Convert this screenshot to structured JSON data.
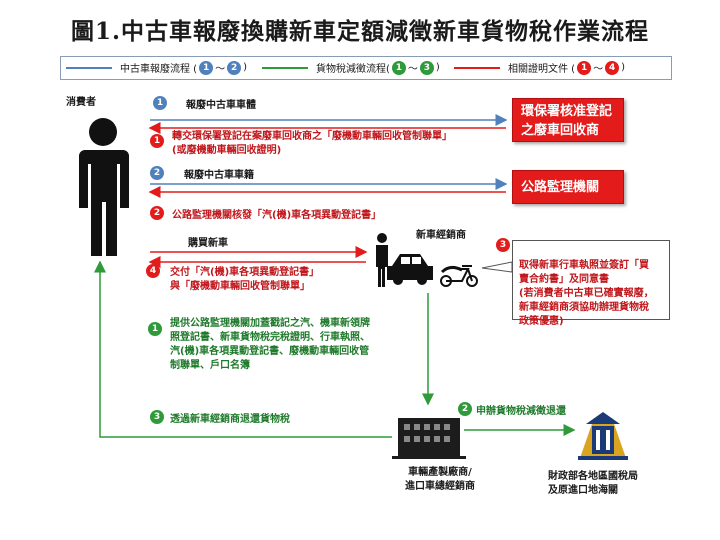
{
  "title": "圖1.中古車報廢換購新車定額減徵新車貨物稅作業流程",
  "legend": {
    "blue": {
      "label": "中古車報廢流程 (",
      "from": "1",
      "sep": "～",
      "to": "2",
      "close": ")",
      "color": "#4f81bd"
    },
    "green": {
      "label": "貨物稅減徵流程(",
      "from": "1",
      "sep": "～",
      "to": "3",
      "close": ")",
      "color": "#2e9a3a"
    },
    "red": {
      "label": "相關證明文件 (",
      "from": "1",
      "sep": "～",
      "to": "4",
      "close": ")",
      "color": "#e31b1b"
    }
  },
  "actors": {
    "consumer": "消費者",
    "dealer": "新車經銷商",
    "manufacturer": "車輛產製廠商/\n進口車總經銷商",
    "tax_office": "財政部各地區國稅局\n及原進口地海關"
  },
  "boxes": {
    "recycler": "環保署核准登記\n之廢車回收商",
    "dmv": "公路監理機關"
  },
  "steps": {
    "b1": {
      "num": "1",
      "text": "報廢中古車車體"
    },
    "r1": {
      "num": "1",
      "text": "轉交環保署登記在案廢車回收商之「廢機動車輛回收管制聯單」\n(或廢機動車輛回收證明)"
    },
    "b2": {
      "num": "2",
      "text": "報廢中古車車籍"
    },
    "r2": {
      "num": "2",
      "text": "公路監理機關核發「汽(機)車各項異動登記書」"
    },
    "buy": {
      "text": "購買新車"
    },
    "r3": {
      "num": "3",
      "text": "取得新車行車執照並簽訂「買\n賣合約書」及同意書\n(若消費者中古車已確實報廢，\n新車經銷商須協助辦理貨物稅\n政策優惠)"
    },
    "r4": {
      "num": "4",
      "text": "交付「汽(機)車各項異動登記書」\n與「廢機動車輛回收管制聯單」"
    },
    "g1": {
      "num": "1",
      "text": "提供公路監理機關加蓋戳記之汽、機車新領牌\n照登記書、新車貨物稅完稅證明、行車執照、\n汽(機)車各項異動登記書、廢機動車輛回收管\n制聯單、戶口名簿"
    },
    "g2": {
      "num": "2",
      "text": "申辦貨物稅減徵退還"
    },
    "g3": {
      "num": "3",
      "text": "透過新車經銷商退還貨物稅"
    }
  }
}
